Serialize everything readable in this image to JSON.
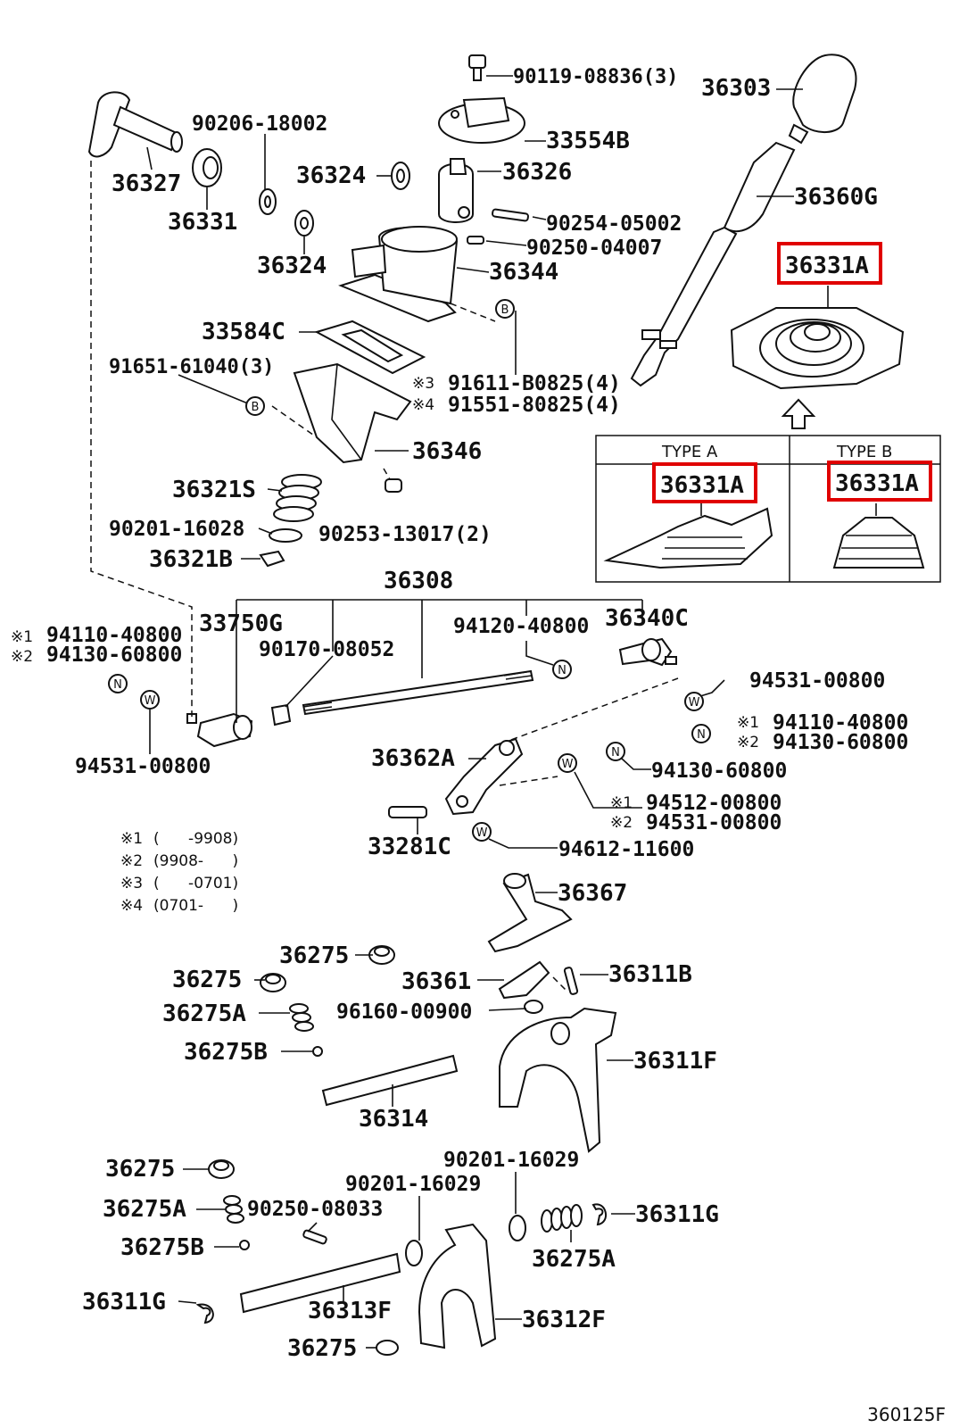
{
  "labels": {
    "l_90119": "90119-08836(3)",
    "l_36303": "36303",
    "l_33554b": "33554B",
    "l_90206": "90206-18002",
    "l_36327": "36327",
    "l_36331": "36331",
    "l_36324a": "36324",
    "l_36326": "36326",
    "l_36360g": "36360G",
    "l_90254": "90254-05002",
    "l_90250a": "90250-04007",
    "l_36324b": "36324",
    "l_36344": "36344",
    "l_36331a_main": "36331A",
    "l_33584c": "33584C",
    "l_91651": "91651-61040(3)",
    "l_91611": "91611-B0825(4)",
    "l_91551": "91551-80825(4)",
    "l_36346": "36346",
    "l_type_a": "TYPE A",
    "l_type_b": "TYPE B",
    "l_36331a_ta": "36331A",
    "l_36331a_tb": "36331A",
    "l_36321s": "36321S",
    "l_90201a": "90201-16028",
    "l_90253": "90253-13017(2)",
    "l_36321b": "36321B",
    "l_36308": "36308",
    "l_33750g": "33750G",
    "l_94110a": "94110-40800",
    "l_94130a": "94130-60800",
    "l_90170": "90170-08052",
    "l_94120": "94120-40800",
    "l_36340c": "36340C",
    "l_94531a": "94531-00800",
    "l_94531b": "94531-00800",
    "l_94110b": "94110-40800",
    "l_94130b": "94130-60800",
    "l_36362a": "36362A",
    "l_94130c": "94130-60800",
    "l_94512": "94512-00800",
    "l_94531c": "94531-00800",
    "l_33281c": "33281C",
    "l_94612": "94612-11600",
    "l_36367": "36367",
    "l_36275a1": "36275",
    "l_36275a2": "36275",
    "l_36361": "36361",
    "l_36311b": "36311B",
    "l_36275aa": "36275A",
    "l_96160": "96160-00900",
    "l_36275b1": "36275B",
    "l_36311f": "36311F",
    "l_36314": "36314",
    "l_90201b": "90201-16029",
    "l_36275c": "36275",
    "l_90201c": "90201-16029",
    "l_36275a_b": "36275A",
    "l_90250b": "90250-08033",
    "l_36311g1": "36311G",
    "l_36275b2": "36275B",
    "l_36275a_c": "36275A",
    "l_36311g2": "36311G",
    "l_36313f": "36313F",
    "l_36312f": "36312F",
    "l_36275d": "36275",
    "l_fig": "360125F"
  },
  "marks": {
    "x1": "※1",
    "x2": "※2",
    "x3": "※3",
    "x4": "※4",
    "circle_b": "B",
    "circle_n": "N",
    "circle_w": "W"
  },
  "notes": [
    {
      "mark": "※1",
      "text": "(      -9908)"
    },
    {
      "mark": "※2",
      "text": "(9908-      )"
    },
    {
      "mark": "※3",
      "text": "(      -0701)"
    },
    {
      "mark": "※4",
      "text": "(0701-      )"
    }
  ],
  "colors": {
    "highlight": "#e00000",
    "ink": "#111111"
  }
}
